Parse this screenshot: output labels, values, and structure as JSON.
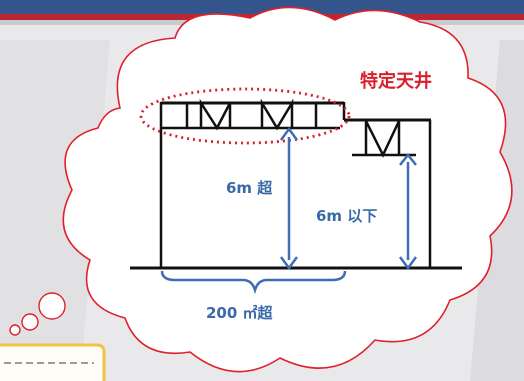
{
  "diagram": {
    "callout_label": "特定天井",
    "height_tall_label": "6m 超",
    "height_low_label": "6m 以下",
    "floor_area_label": "200 ㎡超"
  },
  "colors": {
    "header_blue": "#34558c",
    "header_red_stripe": "#b82733",
    "cloud_outline": "#e0202a",
    "callout_red": "#d81f2b",
    "dimension_blue": "#3c6fb3",
    "label_blue": "#3b6aa8",
    "structure_black": "#111111",
    "background_gray": "#e9e9ec",
    "card_orange": "#f3c04a"
  }
}
